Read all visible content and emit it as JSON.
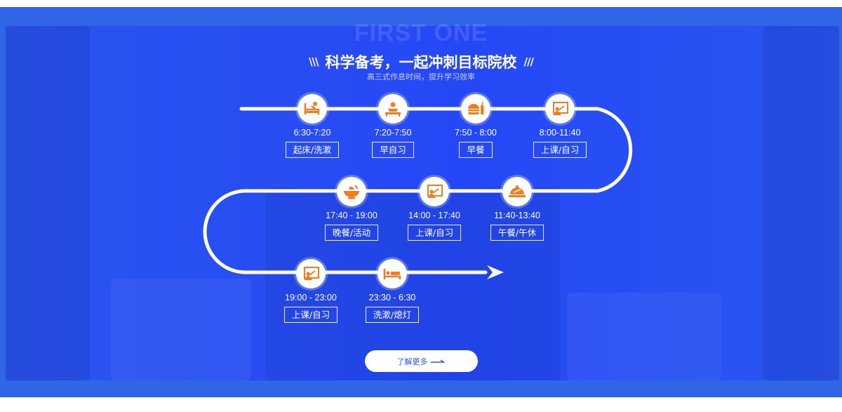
{
  "header": {
    "watermark": "FIRST ONE",
    "deco_left": "\\\\\\",
    "title": "科学备考，一起冲刺目标院校",
    "deco_right": "///",
    "subtitle": "高三式作息时间，提升学习效率"
  },
  "schedule": [
    {
      "time": "6:30-7:20",
      "label": "起床/洗漱",
      "icon": "wake-up-icon"
    },
    {
      "time": "7:20-7:50",
      "label": "早自习",
      "icon": "morning-study-icon"
    },
    {
      "time": "7:50 - 8:00",
      "label": "早餐",
      "icon": "breakfast-icon"
    },
    {
      "time": "8:00-11:40",
      "label": "上课/自习",
      "icon": "class-icon"
    },
    {
      "time": "11:40-13:40",
      "label": "午餐/午休",
      "icon": "lunch-icon"
    },
    {
      "time": "14:00 - 17:40",
      "label": "上课/自习",
      "icon": "class-icon"
    },
    {
      "time": "17:40 - 19:00",
      "label": "晚餐/活动",
      "icon": "dinner-icon"
    },
    {
      "time": "19:00 - 23:00",
      "label": "上课/自习",
      "icon": "class-icon"
    },
    {
      "time": "23:30 - 6:30",
      "label": "洗漱/熄灯",
      "icon": "bed-icon"
    }
  ],
  "more_button": {
    "label": "了解更多"
  },
  "colors": {
    "accent": "#f47b20",
    "background": "#2548f6",
    "band": "#2f66e8"
  }
}
